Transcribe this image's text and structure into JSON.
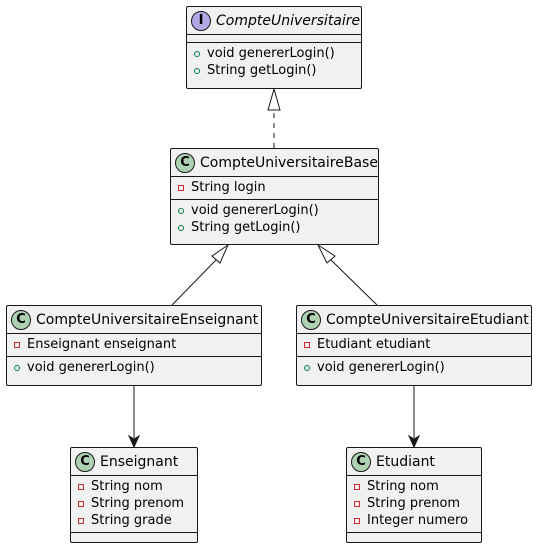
{
  "colors": {
    "class_badge": "#add1b2",
    "interface_badge": "#b4a7e5",
    "box_fill": "#f1f1f1",
    "public_marker": "#038048",
    "private_marker": "#c82930"
  },
  "icons": {
    "class_badge": "C",
    "interface_badge": "I"
  },
  "nodes": {
    "compte_universitaire": {
      "name": "CompteUniversitaire",
      "kind": "interface",
      "fields": [],
      "methods": [
        "void genererLogin()",
        "String getLogin()"
      ]
    },
    "compte_universitaire_base": {
      "name": "CompteUniversitaireBase",
      "kind": "class",
      "fields": [
        "String login"
      ],
      "methods": [
        "void genererLogin()",
        "String getLogin()"
      ]
    },
    "compte_enseignant": {
      "name": "CompteUniversitaireEnseignant",
      "kind": "class",
      "fields": [
        "Enseignant enseignant"
      ],
      "methods": [
        "void genererLogin()"
      ]
    },
    "compte_etudiant": {
      "name": "CompteUniversitaireEtudiant",
      "kind": "class",
      "fields": [
        "Etudiant etudiant"
      ],
      "methods": [
        "void genererLogin()"
      ]
    },
    "enseignant": {
      "name": "Enseignant",
      "kind": "class",
      "fields": [
        "String nom",
        "String prenom",
        "String grade"
      ],
      "methods": []
    },
    "etudiant": {
      "name": "Etudiant",
      "kind": "class",
      "fields": [
        "String nom",
        "String prenom",
        "Integer numero"
      ],
      "methods": []
    }
  },
  "edges": [
    {
      "from": "compte_universitaire_base",
      "to": "compte_universitaire",
      "type": "realization"
    },
    {
      "from": "compte_enseignant",
      "to": "compte_universitaire_base",
      "type": "generalization"
    },
    {
      "from": "compte_etudiant",
      "to": "compte_universitaire_base",
      "type": "generalization"
    },
    {
      "from": "compte_enseignant",
      "to": "enseignant",
      "type": "association"
    },
    {
      "from": "compte_etudiant",
      "to": "etudiant",
      "type": "association"
    }
  ]
}
